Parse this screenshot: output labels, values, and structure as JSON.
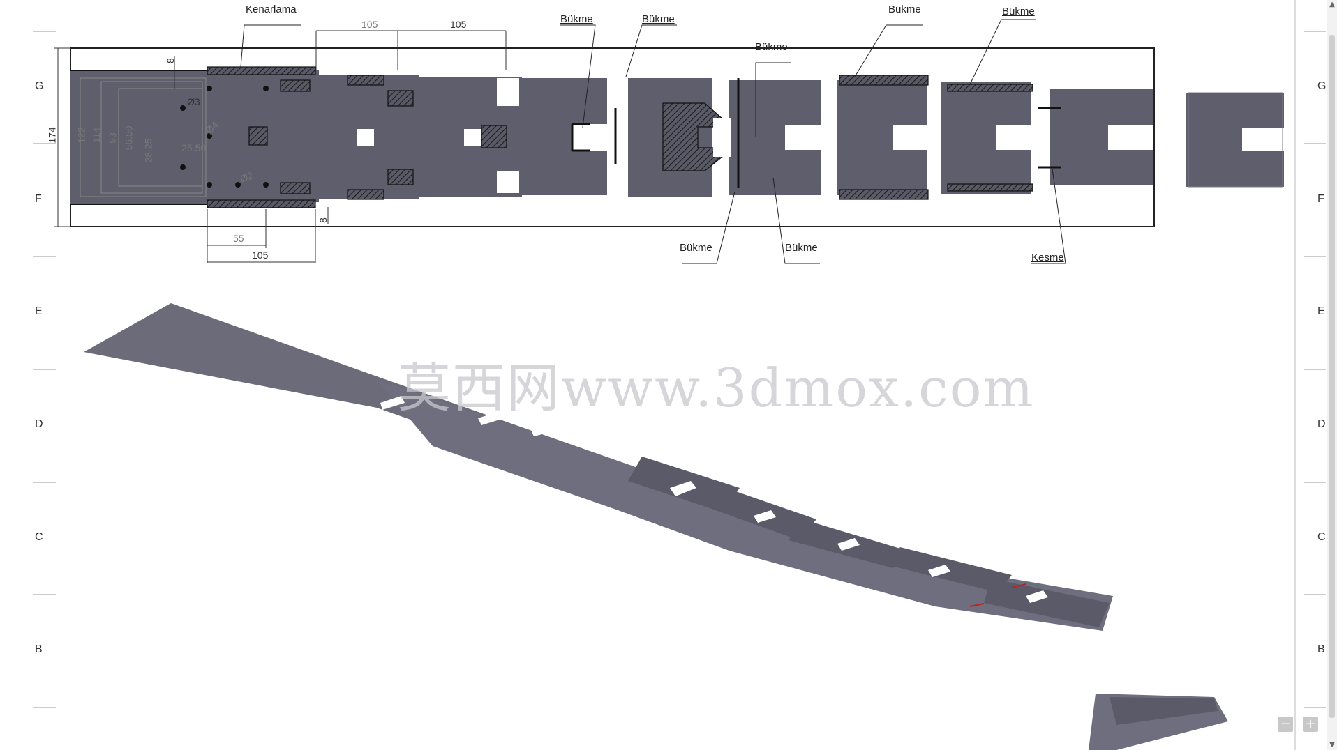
{
  "zones": {
    "left": [
      "G",
      "F",
      "E",
      "D",
      "C",
      "B"
    ],
    "right": [
      "G",
      "F",
      "E",
      "D",
      "C",
      "B"
    ]
  },
  "callouts": {
    "kenarlama": "Kenarlama",
    "bukme": "Bükme",
    "kesme": "Kesme"
  },
  "dimensions": {
    "top_105_a": "105",
    "top_105_b": "105",
    "left_174": "174",
    "left_122": "122",
    "left_114": "114",
    "left_93": "93",
    "left_5650": "56.50",
    "left_2825": "28.25",
    "mid_2550": "25.50",
    "dia_3": "Ø3",
    "dia_4": "Ø4",
    "dia_2": "Ø2",
    "small_8_top": "8",
    "small_8_bot": "8",
    "bottom_55": "55",
    "bottom_105": "105"
  },
  "watermark": "莫西网www.3dmox.com",
  "zoom": {
    "minus": "−",
    "plus": "+"
  },
  "scroll": {
    "up": "▲",
    "down": "▼"
  }
}
